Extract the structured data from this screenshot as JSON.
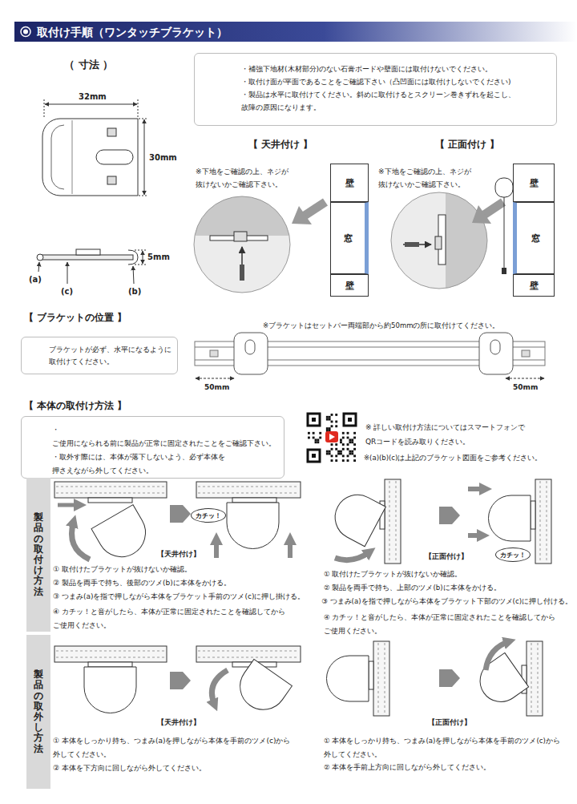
{
  "diagram": {
    "title": "取付け手順（ワンタッチブラケット）",
    "nodes": [
      {
        "text": [
          "・補強下地材(木材部分)のない石膏ボードや壁面には取付けないでください。",
          "・取付け面が平面であることをご確認下さい（凸凹面には取付けしないでください)",
          "・製品は水平に取付けてください。斜めに取付けるとスクリーン巻きずれを起こし、 故障の原因になります。"
        ]
      },
      {
        "text": [
          "壁"
        ]
      },
      {
        "text": [
          "窓"
        ]
      },
      {
        "text": [
          "壁"
        ]
      },
      {
        "text": [
          "壁"
        ]
      },
      {
        "text": [
          "窓"
        ]
      },
      {
        "text": [
          "壁"
        ]
      },
      {
        "text": [
          "ブラケットが必ず、水平になるように 取付けてください。"
        ]
      },
      {
        "text": [
          "・ご使用になられる前に製品が正常に固定されたことをご確認下さい。",
          "・取外す際には、本体が落下しないよう、必ず本体を 押さえながら外してください。"
        ]
      },
      {
        "text": [
          "製品の取付け方法"
        ]
      },
      {
        "text": [
          "カチッ！"
        ]
      },
      {
        "text": [
          "カチッ！"
        ]
      },
      {
        "text": [
          "製品の取外し方法"
        ]
      }
    ],
    "labels": [
      "（ 寸法 ）",
      "32mm",
      "30mm",
      "5mm",
      "(a)",
      "(c)",
      "(b)",
      "【 天井付け 】",
      "※下地をご確認の上、ネジが 抜けないかご確認下さい。",
      "【 正面付け 】",
      "※下地をご確認の上、ネジが 抜けないかご確認下さい。",
      "【 ブラケットの位置 】",
      "※ブラケットはセットバー両端部から約50mmの所に取付けてください。",
      "50mm",
      "50mm",
      "【 本体の取付け方法 】",
      "※ 詳しい取付け方法についてはスマートフォンで QRコードを読み取りください。",
      "※(a)(b)(c)は上記のブラケット図面をご参考ください。",
      "【天井付け】",
      "① 取付けたブラケットが抜けないか確認。",
      "② 製品を両手で持ち、後部のツメ(b)に本体をかける。",
      "③ つまみ(a)を指で押しながら本体をブラケット手前のツメ(c)に押し掛ける。",
      "④ カチッ！と音がしたら、本体が正常に固定されたことを確認してから ご使用ください。",
      "【正面付け】",
      "① 取付けたブラケットが抜けないか確認。",
      "② 製品を両手で持ち、上部のツメ(b)に本体をかける。",
      "③ つまみ(a)を指で押しながら本体をブラケット下部のツメ(c)に押し付ける。",
      "④ カチッ！と音がしたら、本体が正常に固定されたことを確認してから ご使用ください。",
      "【天井付け】",
      "① 本体をしっかり持ち、つまみ(a)を押しながら本体を手前のツメ(c)から 外してください。",
      "② 本体を下方向に回しながら外してください。",
      "【正面付け】",
      "① 本体をしっかり持ち、つまみ(a)を押しながら本体を手前のツメ(c)から 外してください。",
      "② 本体を手前上方向に回しながら外してください。"
    ]
  }
}
